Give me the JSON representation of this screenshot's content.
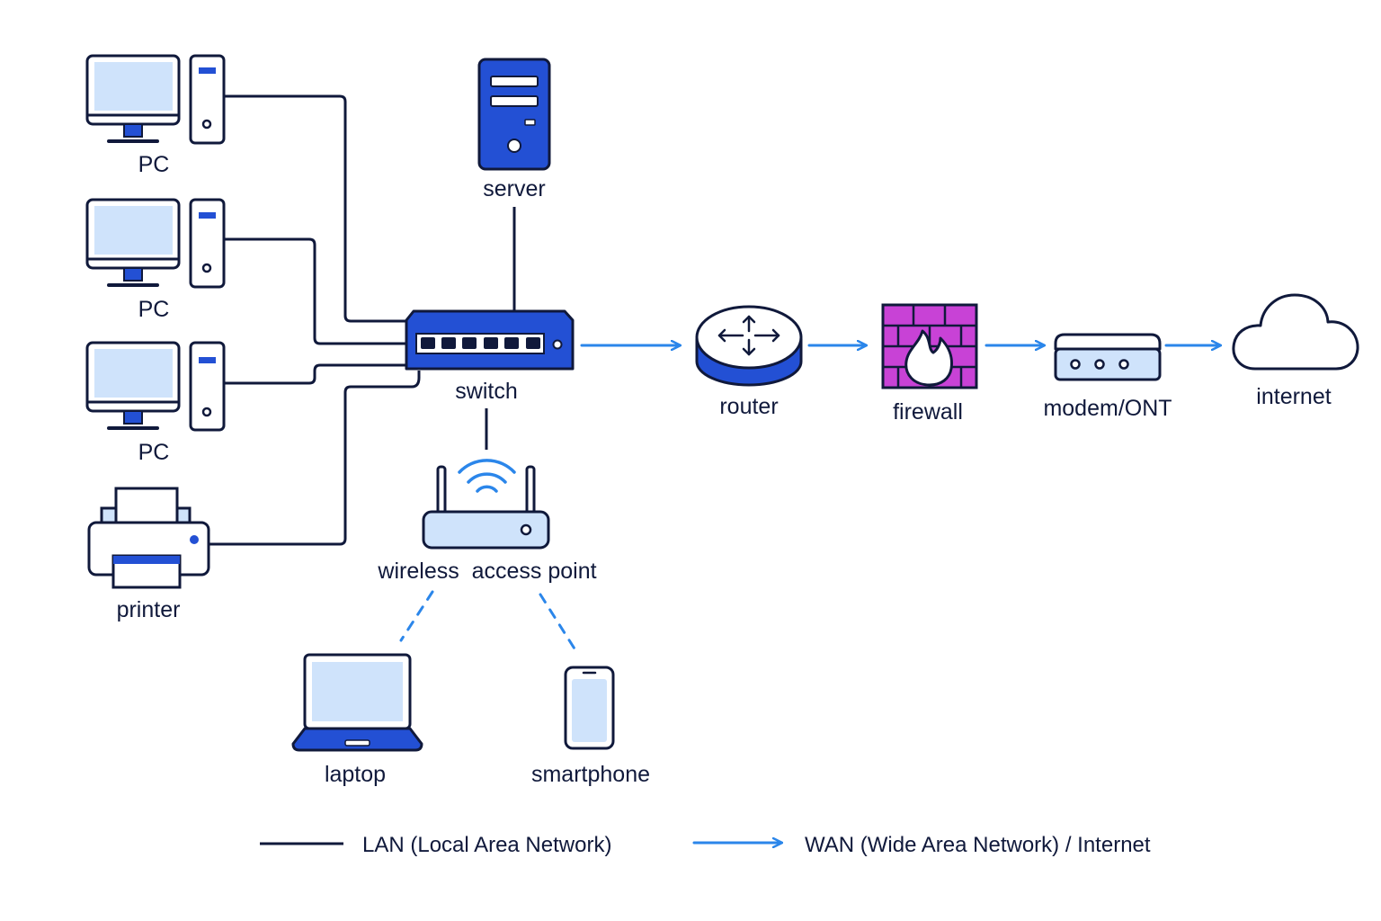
{
  "nodes": {
    "pc1": {
      "label": "PC"
    },
    "pc2": {
      "label": "PC"
    },
    "pc3": {
      "label": "PC"
    },
    "printer": {
      "label": "printer"
    },
    "server": {
      "label": "server"
    },
    "switch": {
      "label": "switch"
    },
    "wap": {
      "label": "wireless  access point"
    },
    "laptop": {
      "label": "laptop"
    },
    "smartphone": {
      "label": "smartphone"
    },
    "router": {
      "label": "router"
    },
    "firewall": {
      "label": "firewall"
    },
    "modem": {
      "label": "modem/ONT"
    },
    "internet": {
      "label": "internet"
    }
  },
  "legend": {
    "lan": "LAN (Local Area Network)",
    "wan": "WAN (Wide Area Network) / Internet"
  },
  "colors": {
    "outline": "#10193b",
    "device_blue": "#2350d4",
    "screen_fill": "#cfe3fb",
    "wan_arrow": "#2b86ea",
    "firewall": "#c842d6",
    "background": "#ffffff"
  }
}
